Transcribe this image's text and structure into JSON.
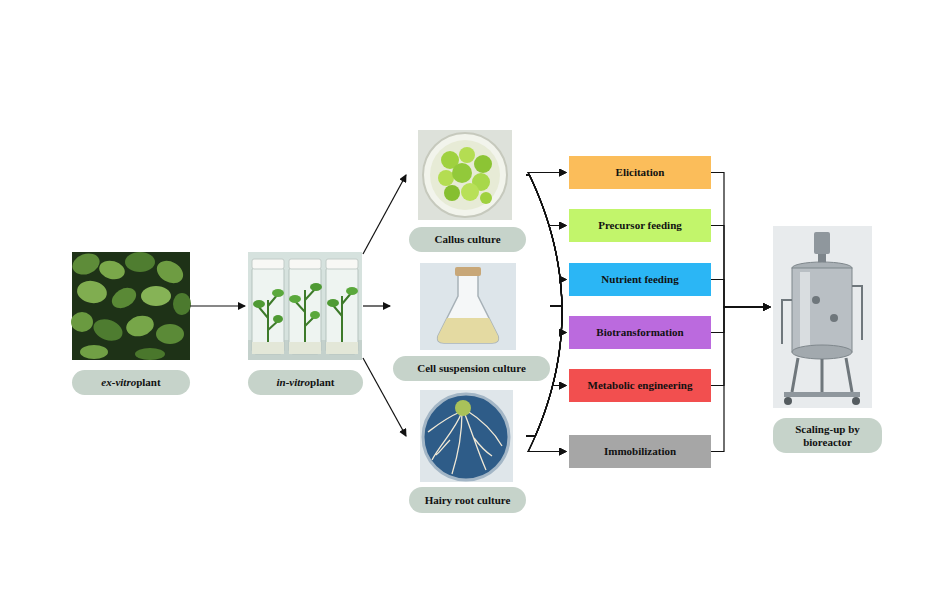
{
  "diagram": {
    "nodes": [
      {
        "text": [
          "ex-vitro plant"
        ]
      },
      {
        "text": [
          "in-vitro plant"
        ]
      },
      {
        "text": [
          "Callus culture"
        ]
      },
      {
        "text": [
          "Cell suspension culture"
        ]
      },
      {
        "text": [
          "Hairy root culture"
        ]
      },
      {
        "text": [
          "Elicitation"
        ]
      },
      {
        "text": [
          "Precursor feeding"
        ]
      },
      {
        "text": [
          "Nutrient feeding"
        ]
      },
      {
        "text": [
          "Biotransformation"
        ]
      },
      {
        "text": [
          "Metabolic engineering"
        ]
      },
      {
        "text": [
          "Immobilization"
        ]
      },
      {
        "text": [
          "Scaling-up by bioreactor"
        ]
      }
    ],
    "edges": [
      {
        "from": 0,
        "to": 1,
        "arrow": "to"
      },
      {
        "from": 1,
        "to": 2,
        "arrow": "to"
      },
      {
        "from": 1,
        "to": 3,
        "arrow": "to"
      },
      {
        "from": 1,
        "to": 4,
        "arrow": "to"
      },
      {
        "from": 2,
        "to": 5,
        "arrow": "to"
      },
      {
        "from": 2,
        "to": 6,
        "arrow": "to"
      },
      {
        "from": 2,
        "to": 7,
        "arrow": "to"
      },
      {
        "from": 2,
        "to": 8,
        "arrow": "to"
      },
      {
        "from": 2,
        "to": 9,
        "arrow": "to"
      },
      {
        "from": 2,
        "to": 10,
        "arrow": "to"
      },
      {
        "from": 3,
        "to": 5,
        "arrow": "to"
      },
      {
        "from": 3,
        "to": 6,
        "arrow": "to"
      },
      {
        "from": 3,
        "to": 7,
        "arrow": "to"
      },
      {
        "from": 3,
        "to": 8,
        "arrow": "to"
      },
      {
        "from": 3,
        "to": 9,
        "arrow": "to"
      },
      {
        "from": 3,
        "to": 10,
        "arrow": "to"
      },
      {
        "from": 4,
        "to": 5,
        "arrow": "to"
      },
      {
        "from": 4,
        "to": 6,
        "arrow": "to"
      },
      {
        "from": 4,
        "to": 7,
        "arrow": "to"
      },
      {
        "from": 4,
        "to": 8,
        "arrow": "to"
      },
      {
        "from": 4,
        "to": 9,
        "arrow": "to"
      },
      {
        "from": 4,
        "to": 10,
        "arrow": "to"
      },
      {
        "from": 5,
        "to": 11,
        "arrow": "to"
      },
      {
        "from": 6,
        "to": 11,
        "arrow": "to"
      },
      {
        "from": 7,
        "to": 11,
        "arrow": "to"
      },
      {
        "from": 8,
        "to": 11,
        "arrow": "to"
      },
      {
        "from": 9,
        "to": 11,
        "arrow": "to"
      },
      {
        "from": 10,
        "to": 11,
        "arrow": "to"
      }
    ]
  }
}
